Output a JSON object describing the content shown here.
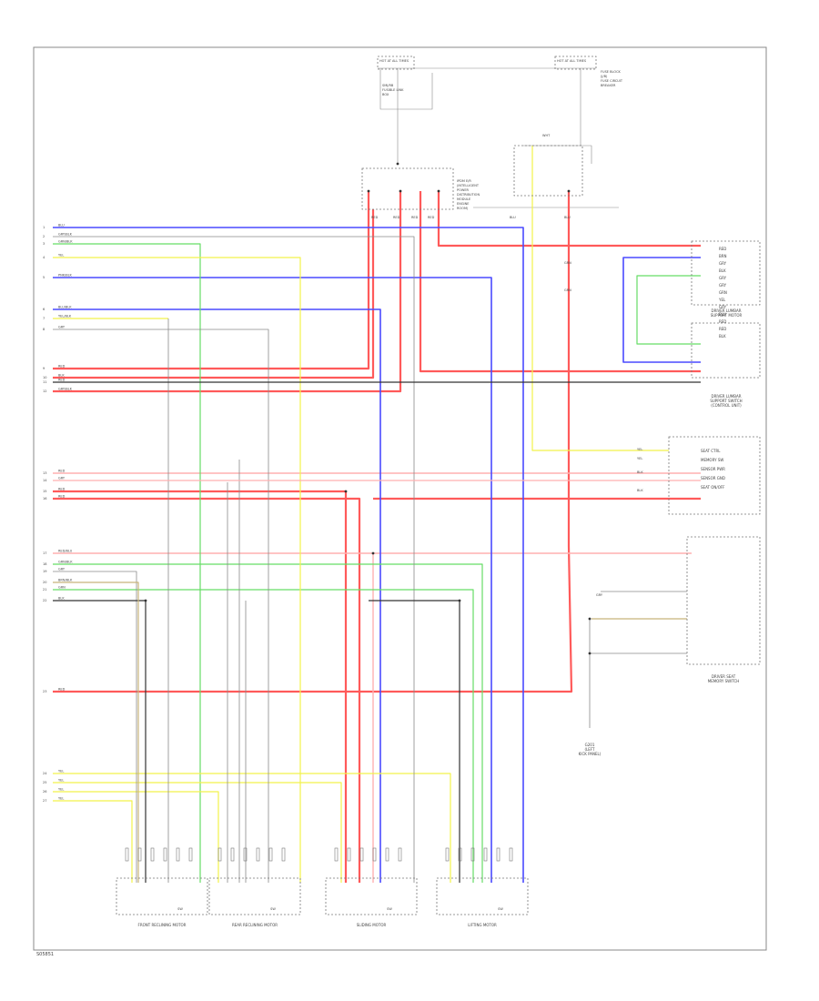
{
  "colors": {
    "red": "#ff5a5a",
    "pink": "#ffb0b0",
    "blue": "#4a4aff",
    "green": "#66dd66",
    "yellow": "#f2f24a",
    "gray": "#8a8a8a",
    "black": "#333333",
    "tan": "#c8b47a",
    "frame": "#888888",
    "box": "#777777"
  },
  "page_id": "S05851",
  "fuse_left": {
    "title": "HOT AT ALL TIMES",
    "lines": [
      "SMJ/RB",
      "FUSIBLE LINK",
      "BOX"
    ]
  },
  "fuse_right": {
    "title": "HOT AT ALL TIMES",
    "lines": [
      "FUSE BLOCK",
      "(J/B)",
      "FUSE CIRCUIT",
      "BREAKER"
    ]
  },
  "ipdm_label": [
    "IPDM E/R",
    "(INTELLIGENT",
    "POWER",
    "DISTRIBUTION",
    "MODULE",
    "ENGINE",
    "ROOM)"
  ],
  "lumbar_label": [
    "DRIVER LUMBAR",
    "SUPPORT MOTOR"
  ],
  "lumbar_switch_label": [
    "DRIVER LUMBAR",
    "SUPPORT SWITCH",
    "(CONTROL UNIT)"
  ],
  "seat_ctrl_labels": [
    "SEAT CTRL",
    "MEMORY SW",
    "SENSOR PWR",
    "SENSOR GND",
    "SEAT ON/OFF"
  ],
  "memory_switch_label": [
    "DRIVER SEAT",
    "MEMORY SWITCH"
  ],
  "ground_label": [
    "G201",
    "(LEFT",
    "KICK PANEL)"
  ],
  "motor_labels": [
    "FRONT RECLINING MOTOR",
    "REAR RECLINING MOTOR",
    "SLIDING MOTOR",
    "LIFTING MOTOR"
  ],
  "switch_pin_labels": [
    "SW",
    "SW",
    "SW",
    "SW"
  ],
  "left_wire_labels": [
    "BLU",
    "GRY/BLK",
    "GRN/BLK",
    "YEL",
    "PNK/BLK",
    "BLU/BLK",
    "YEL/BLK",
    "GRY",
    "RED",
    "BLK",
    "RED",
    "GRY/BLK",
    "RED",
    "GRY",
    "RED",
    "RED",
    "RED/BLU",
    "GRN/BLK",
    "GRY",
    "BRN/BLK",
    "GRN",
    "BLK",
    "RED",
    "YEL",
    "YEL",
    "YEL",
    "YEL"
  ],
  "connector_pins": [
    "1",
    "2",
    "3",
    "4",
    "5",
    "6",
    "7",
    "8",
    "9",
    "10",
    "11",
    "12",
    "13",
    "14",
    "15",
    "16",
    "17",
    "18",
    "19",
    "20",
    "21",
    "22",
    "23",
    "24",
    "25",
    "26",
    "27"
  ],
  "right_wire_labels": [
    "RED",
    "BRN",
    "GRY",
    "BLK",
    "GRY",
    "GRY",
    "GRN",
    "YEL",
    "GRY",
    "BLU",
    "RED",
    "RED",
    "BLK"
  ],
  "tag_labels": [
    "RED",
    "RED",
    "RED",
    "RED",
    "WHT",
    "BLU",
    "BLU",
    "GRN",
    "GRN",
    "YEL",
    "YEL",
    "BLK",
    "BLK",
    "GRY"
  ],
  "chart_data": {
    "type": "table",
    "title": "",
    "rows": []
  }
}
